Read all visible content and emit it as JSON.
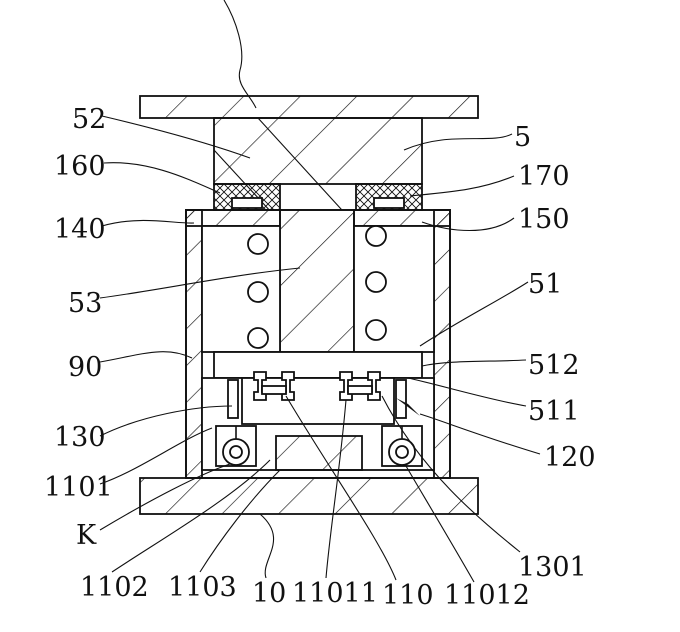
{
  "figure": {
    "labels": {
      "l52": "52",
      "l5": "5",
      "l160": "160",
      "l170": "170",
      "l140": "140",
      "l150": "150",
      "l53": "53",
      "l51": "51",
      "l90": "90",
      "l512": "512",
      "l511": "511",
      "l130": "130",
      "l120": "120",
      "l1101": "1101",
      "lK": "K",
      "l1102": "1102",
      "l1103": "1103",
      "l10": "10",
      "l11011": "11011",
      "l110": "110",
      "l11012": "11012",
      "l1301": "1301"
    }
  }
}
